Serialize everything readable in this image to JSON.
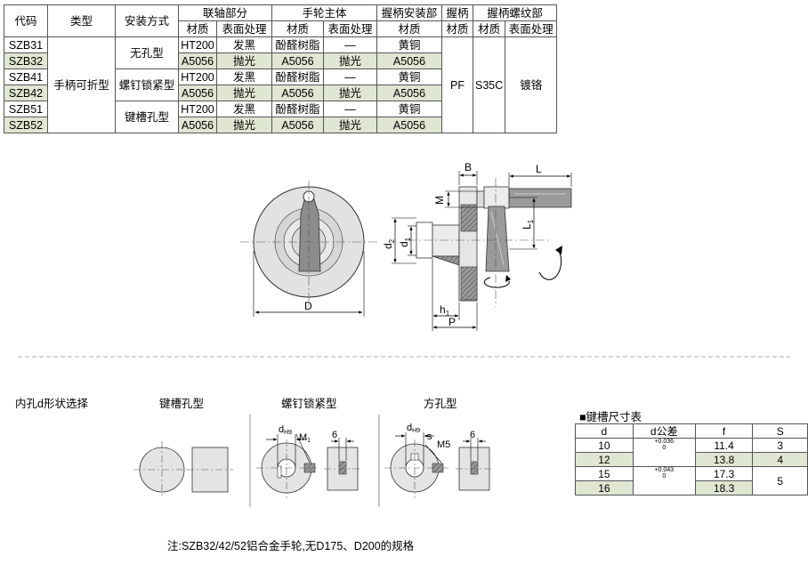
{
  "spec_table": {
    "head": {
      "code": "代码",
      "type": "类型",
      "mount": "安装方式",
      "coupling": "联轴部分",
      "handwheel_body": "手轮主体",
      "grip_mount": "握柄安装部",
      "grip": "握柄",
      "grip_thread": "握柄螺纹部",
      "material": "材质",
      "surface": "表面处理"
    },
    "type_value": "手柄可折型",
    "mount_values": [
      "无孔型",
      "螺钉锁紧型",
      "键槽孔型"
    ],
    "grip_material": "PF",
    "thread_material": "S35C",
    "thread_surface": "镀铬",
    "rows": [
      {
        "code": "SZB31",
        "c_mat": "HT200",
        "c_surf": "发黑",
        "b_mat": "酚醛树脂",
        "b_surf": "—",
        "g_mat": "黄铜"
      },
      {
        "code": "SZB32",
        "c_mat": "A5056",
        "c_surf": "抛光",
        "b_mat": "A5056",
        "b_surf": "抛光",
        "g_mat": "A5056"
      },
      {
        "code": "SZB41",
        "c_mat": "HT200",
        "c_surf": "发黑",
        "b_mat": "酚醛树脂",
        "b_surf": "—",
        "g_mat": "黄铜"
      },
      {
        "code": "SZB42",
        "c_mat": "A5056",
        "c_surf": "抛光",
        "b_mat": "A5056",
        "b_surf": "抛光",
        "g_mat": "A5056"
      },
      {
        "code": "SZB51",
        "c_mat": "HT200",
        "c_surf": "发黑",
        "b_mat": "酚醛树脂",
        "b_surf": "—",
        "g_mat": "黄铜"
      },
      {
        "code": "SZB52",
        "c_mat": "A5056",
        "c_surf": "抛光",
        "b_mat": "A5056",
        "b_surf": "抛光",
        "g_mat": "A5056"
      }
    ]
  },
  "drawing": {
    "dim_B": "B",
    "dim_L": "L",
    "dim_M": "M",
    "dim_L1": "L",
    "dim_L1_sub": "1",
    "dim_d2": "d",
    "dim_d2_sub": "2",
    "dim_d1": "d",
    "dim_d1_sub": "1",
    "dim_D": "D",
    "dim_h1": "h",
    "dim_h1_sub": "1",
    "dim_P": "P"
  },
  "bore": {
    "title": "内孔d形状选择",
    "keyway": "键槽孔型",
    "setscrew": "螺钉锁紧型",
    "square": "方孔型",
    "d_h9": "d",
    "h9": "H9",
    "m1": "M",
    "m1_sub": "1",
    "six": "6",
    "s": "s",
    "m5": "M5"
  },
  "key_table": {
    "title": "■键槽尺寸表",
    "headers": [
      "d",
      "d公差",
      "f",
      "S"
    ],
    "tol_a_upper": "+0.036",
    "tol_a_lower": "0",
    "tol_b_upper": "+0.043",
    "tol_b_lower": "0",
    "rows": [
      {
        "d": "10",
        "f": "11.4"
      },
      {
        "d": "12",
        "f": "13.8"
      },
      {
        "d": "15",
        "f": "17.3"
      },
      {
        "d": "16",
        "f": "18.3"
      }
    ],
    "s_values": [
      "3",
      "4",
      "5"
    ]
  },
  "note": "注:SZB32/42/52铝合金手轮,无D175、D200的规格"
}
